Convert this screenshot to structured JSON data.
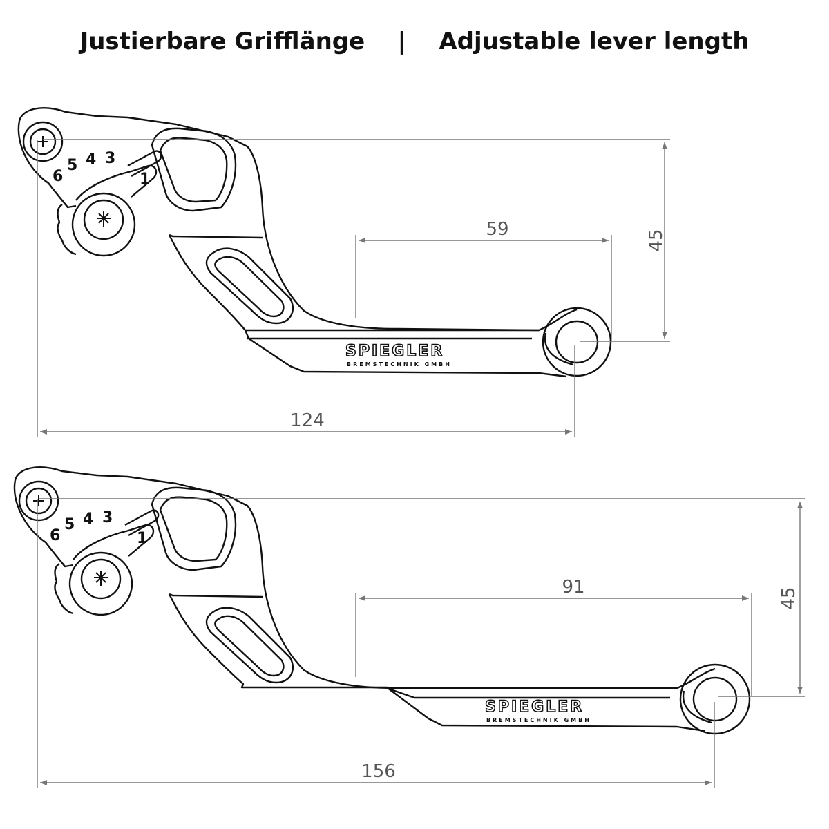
{
  "title": {
    "german": "Justierbare Grifflänge",
    "separator": "|",
    "english": "Adjustable lever length"
  },
  "figures": [
    {
      "dim_inner": "59",
      "dim_height": "45",
      "dim_total": "124",
      "positions": [
        "6",
        "5",
        "4",
        "3",
        "1"
      ],
      "brand": "SPIEGLER",
      "brand_sub": "BREMSTECHNIK GMBH"
    },
    {
      "dim_inner": "91",
      "dim_height": "45",
      "dim_total": "156",
      "positions": [
        "6",
        "5",
        "4",
        "3",
        "1"
      ],
      "brand": "SPIEGLER",
      "brand_sub": "BREMSTECHNIK GMBH"
    }
  ],
  "colors": {
    "line": "#111111",
    "dimension": "#777777"
  }
}
